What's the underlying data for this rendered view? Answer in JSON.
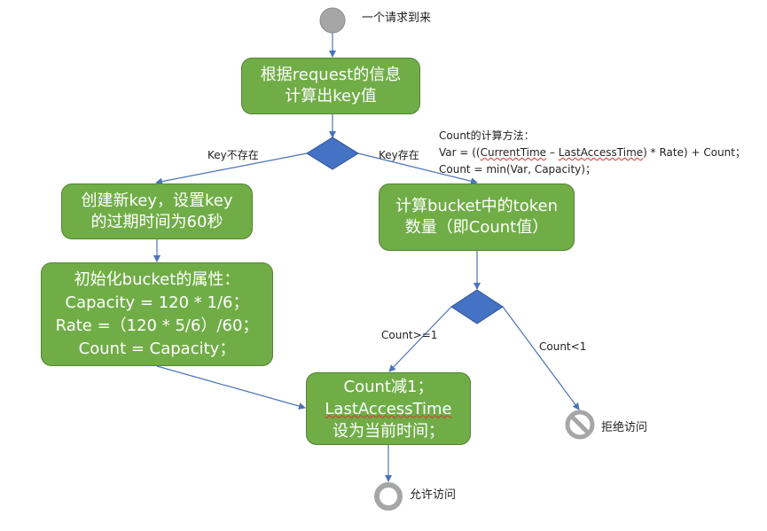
{
  "start": {
    "label": "一个请求到来"
  },
  "nodes": {
    "compute_key": {
      "lines": [
        "根据request的信息",
        "计算出key值"
      ]
    },
    "create_key": {
      "lines": [
        "创建新key，设置key",
        "的过期时间为60秒"
      ]
    },
    "init_bucket": {
      "lines": [
        "初始化bucket的属性：",
        "Capacity = 120 * 1/6；",
        "Rate =（120 * 5/6）/60；",
        "Count = Capacity；"
      ]
    },
    "count_tokens": {
      "lines": [
        "计算bucket中的token",
        "数量（即Count值）"
      ]
    },
    "decrement": {
      "lines": [
        "Count减1；",
        "LastAccessTime",
        "设为当前时间；"
      ]
    }
  },
  "edges": {
    "key_missing": "Key不存在",
    "key_exists": "Key存在",
    "count_ge_1": "Count>=1",
    "count_lt_1": "Count<1"
  },
  "note": {
    "title": "Count的计算方法：",
    "formula_var_prefix": "Var = ((",
    "formula_var_current": "CurrentTime",
    "formula_var_mid": " – ",
    "formula_var_last": "LastAccessTime",
    "formula_var_suffix": ") * Rate) + Count；",
    "formula_count": "Count = min(Var, Capacity)；"
  },
  "ends": {
    "reject": "拒绝访问",
    "allow": "允许访问"
  },
  "colors": {
    "box_fill": "#70ad47",
    "box_border": "#548235",
    "diamond": "#4472c4",
    "arrow": "#4a74b8",
    "start_circle": "#a6a6a6",
    "stop_icon": "#a6a6a6"
  }
}
